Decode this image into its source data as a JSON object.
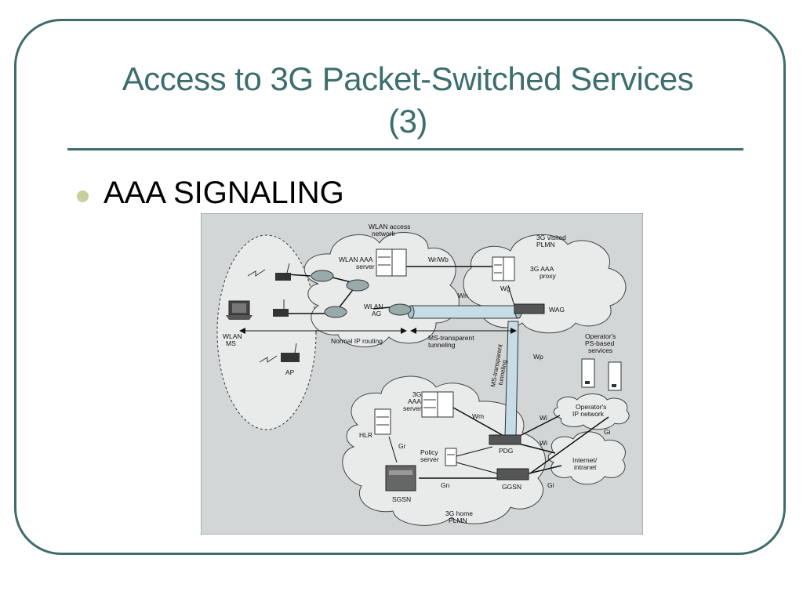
{
  "slide": {
    "title_line1": "Access to 3G Packet-Switched Services",
    "title_line2": "(3)",
    "bullet": "AAA SIGNALING"
  },
  "diagram": {
    "wlan_access_network": [
      "WLAN access",
      "network"
    ],
    "wlan_aaa_server": [
      "WLAN AAA",
      "server"
    ],
    "wlan_ag": [
      "WLAN",
      "AG"
    ],
    "wlan_ms": [
      "WLAN",
      "MS"
    ],
    "ap": "AP",
    "normal_ip_routing": "Normal IP routing",
    "ms_transparent_tunneling_h": [
      "MS-transparent",
      "tunneling"
    ],
    "ms_transparent_tunneling_v": [
      "MS-transparent",
      "tunneling"
    ],
    "visited_plmn": [
      "3G visited",
      "PLMN"
    ],
    "aaa_proxy": [
      "3G AAA",
      "proxy"
    ],
    "wg": "Wg",
    "wag": "WAG",
    "wr_wb": "Wr/Wb",
    "wn": "Wn",
    "wp": "Wp",
    "operator_ps_services": [
      "Operator's",
      "PS-based",
      "services"
    ],
    "operator_ip_network": [
      "Operator's",
      "IP network"
    ],
    "internet": [
      "Internet/",
      "intranet"
    ],
    "aaa_server_3g": [
      "3G",
      "AAA",
      "server"
    ],
    "wm": "Wm",
    "wi_top": "Wi",
    "wi_mid": "Wi",
    "gi_top": "Gi",
    "gi_bottom": "Gi",
    "hlr": "HLR",
    "gr": "Gr",
    "policy_server": [
      "Policy",
      "server"
    ],
    "pdg": "PDG",
    "sgsn": "SGSN",
    "gn": "Gn",
    "ggsn": "GGSN",
    "home_plmn": [
      "3G home",
      "PLMN"
    ]
  },
  "colors": {
    "title": "#3d6e6e",
    "frame": "#3f6b6b",
    "bullet": "#c8cf9b",
    "diagram_bg": "#d3d6d6",
    "cloud_fill": "#e9ebeb",
    "tunnel": "#c6dde6"
  }
}
